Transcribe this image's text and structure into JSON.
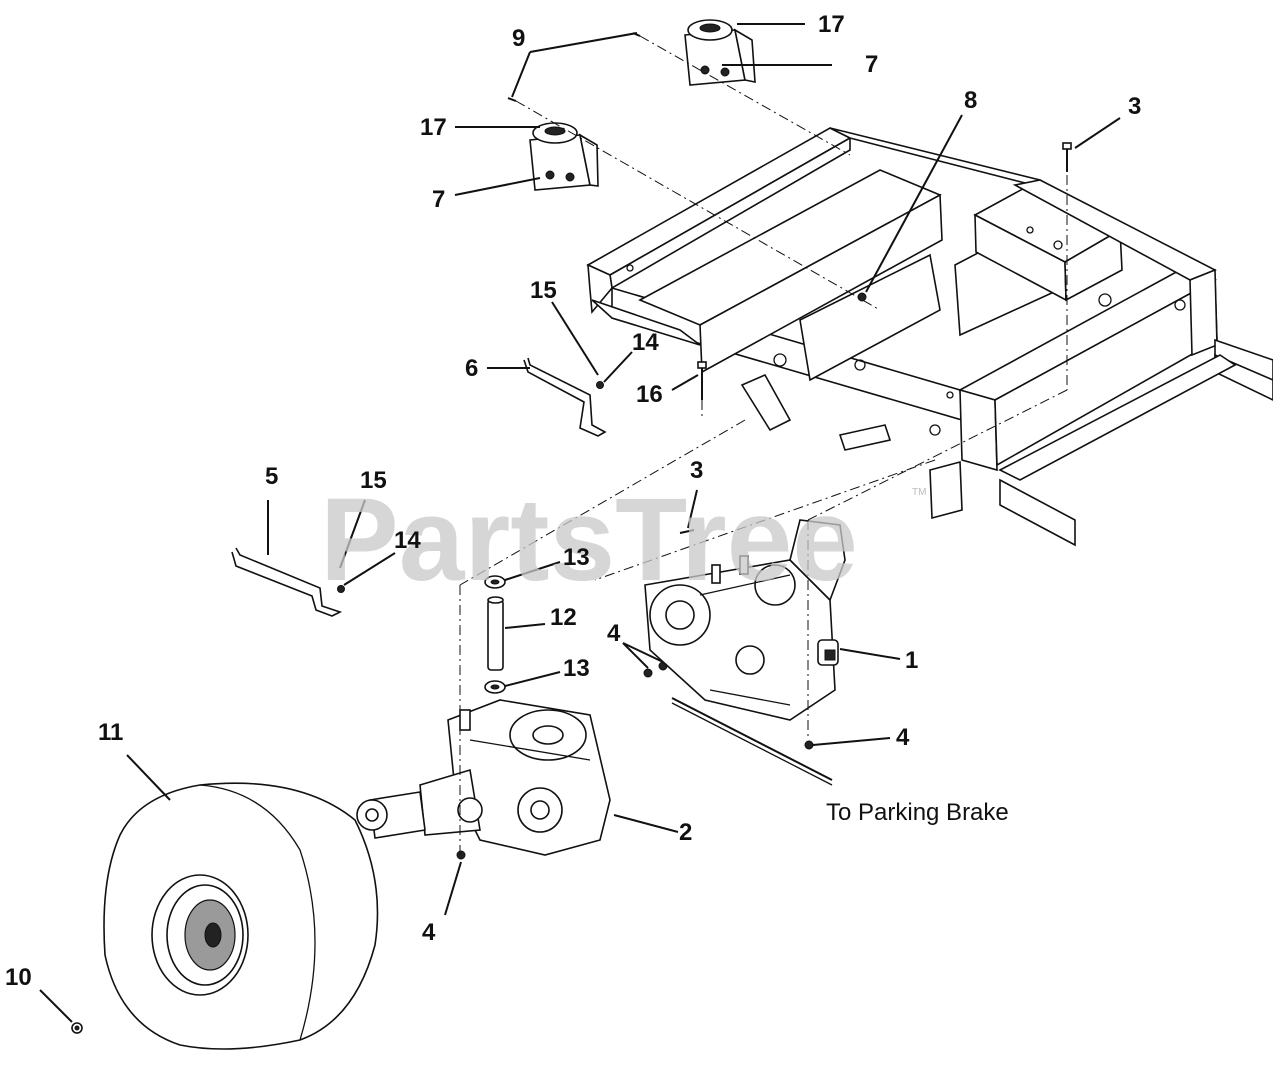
{
  "callouts": [
    {
      "id": "c1",
      "label": "1"
    },
    {
      "id": "c2",
      "label": "2"
    },
    {
      "id": "c3a",
      "label": "3"
    },
    {
      "id": "c3b",
      "label": "3"
    },
    {
      "id": "c4a",
      "label": "4"
    },
    {
      "id": "c4b",
      "label": "4"
    },
    {
      "id": "c4c",
      "label": "4"
    },
    {
      "id": "c5",
      "label": "5"
    },
    {
      "id": "c6",
      "label": "6"
    },
    {
      "id": "c7a",
      "label": "7"
    },
    {
      "id": "c7b",
      "label": "7"
    },
    {
      "id": "c8",
      "label": "8"
    },
    {
      "id": "c9",
      "label": "9"
    },
    {
      "id": "c10",
      "label": "10"
    },
    {
      "id": "c11",
      "label": "11"
    },
    {
      "id": "c12",
      "label": "12"
    },
    {
      "id": "c13a",
      "label": "13"
    },
    {
      "id": "c13b",
      "label": "13"
    },
    {
      "id": "c14a",
      "label": "14"
    },
    {
      "id": "c14b",
      "label": "14"
    },
    {
      "id": "c15a",
      "label": "15"
    },
    {
      "id": "c15b",
      "label": "15"
    },
    {
      "id": "c16",
      "label": "16"
    },
    {
      "id": "c17a",
      "label": "17"
    },
    {
      "id": "c17b",
      "label": "17"
    }
  ],
  "notes": {
    "parking_brake": "To Parking Brake"
  },
  "watermark": {
    "text": "PartsTree",
    "mark": "TM"
  }
}
